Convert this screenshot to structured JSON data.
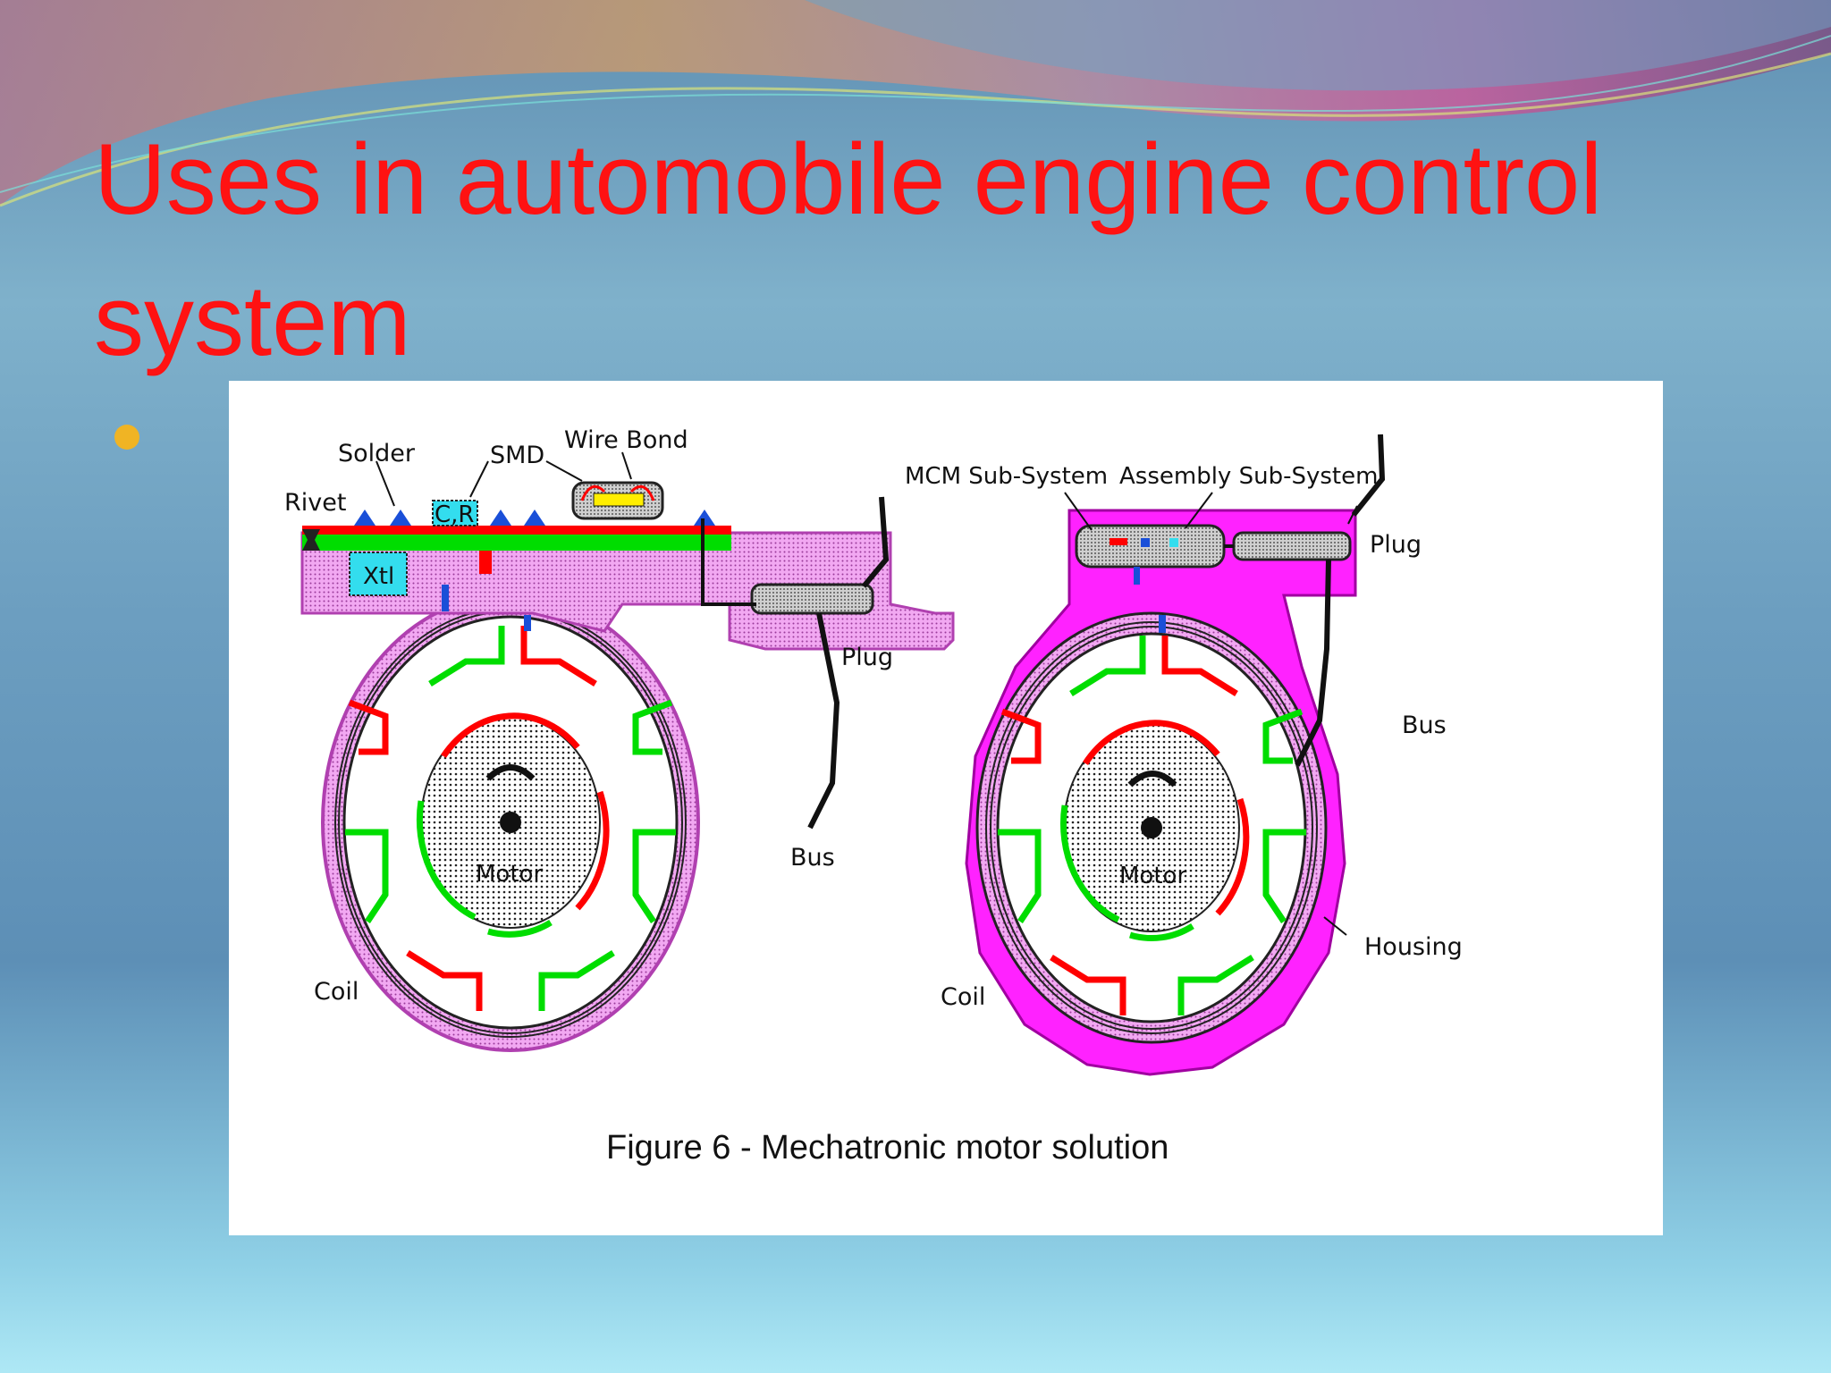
{
  "slide": {
    "title": "Uses in automobile engine control system"
  },
  "figure": {
    "caption": "Figure 6 - Mechatronic motor solution",
    "left_diagram": {
      "labels": {
        "solder": "Solder",
        "smd": "SMD",
        "wire_bond": "Wire Bond",
        "rivet": "Rivet",
        "cr": "C,R",
        "xtl": "Xtl",
        "plug": "Plug",
        "bus": "Bus",
        "motor": "Motor",
        "coil": "Coil"
      }
    },
    "right_diagram": {
      "labels": {
        "mcm": "MCM Sub-System",
        "assembly": "Assembly Sub-System",
        "plug": "Plug",
        "bus": "Bus",
        "motor": "Motor",
        "housing": "Housing",
        "coil": "Coil"
      }
    }
  },
  "colors": {
    "title": "#ff1212",
    "bullet": "#f0b424",
    "housing": "#ff33ff",
    "board": "#00dd00",
    "trace": "#ff0000",
    "component": "#1a4fd8",
    "crystal": "#33ddee"
  }
}
